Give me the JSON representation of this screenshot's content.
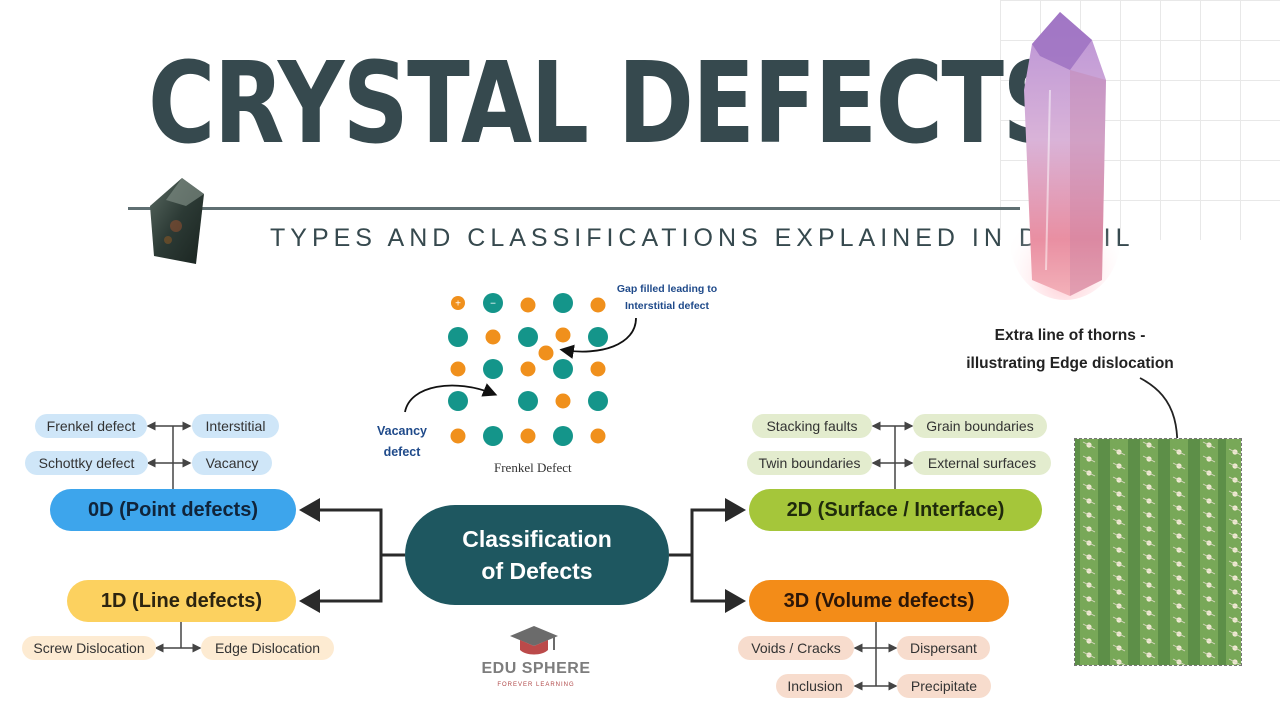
{
  "header": {
    "title": "CRYSTAL DEFECTS",
    "subtitle": "TYPES AND CLASSIFICATIONS EXPLAINED IN DETAIL"
  },
  "frenkel": {
    "caption": "Frenkel Defect",
    "gap_label": "Gap filled leading to Interstitial defect",
    "vacancy_label": "Vacancy defect",
    "plus_sign": "+",
    "minus_sign": "−"
  },
  "center": {
    "line1": "Classification",
    "line2": "of Defects"
  },
  "categories": {
    "zero_d": {
      "label": "0D (Point defects)",
      "items": [
        "Frenkel defect",
        "Interstitial",
        "Schottky defect",
        "Vacancy"
      ]
    },
    "one_d": {
      "label": "1D (Line defects)",
      "items": [
        "Screw Dislocation",
        "Edge Dislocation"
      ]
    },
    "two_d": {
      "label": "2D (Surface / Interface)",
      "items": [
        "Stacking faults",
        "Grain boundaries",
        "Twin boundaries",
        "External surfaces"
      ]
    },
    "three_d": {
      "label": "3D (Volume defects)",
      "items": [
        "Voids / Cracks",
        "Dispersant",
        "Inclusion",
        "Precipitate"
      ]
    }
  },
  "cactus": {
    "caption_line1": "Extra line of thorns -",
    "caption_line2": "illustrating Edge dislocation"
  },
  "logo": {
    "name": "EDU SPHERE",
    "tagline": "FOREVER LEARNING"
  },
  "colors": {
    "teal": "#1e5760",
    "orange_atom": "#f0901c",
    "teal_atom": "#14958a",
    "blue": "#3da5ec",
    "yellow": "#fcd15f",
    "green": "#a5c63a",
    "orange": "#f38c18"
  }
}
